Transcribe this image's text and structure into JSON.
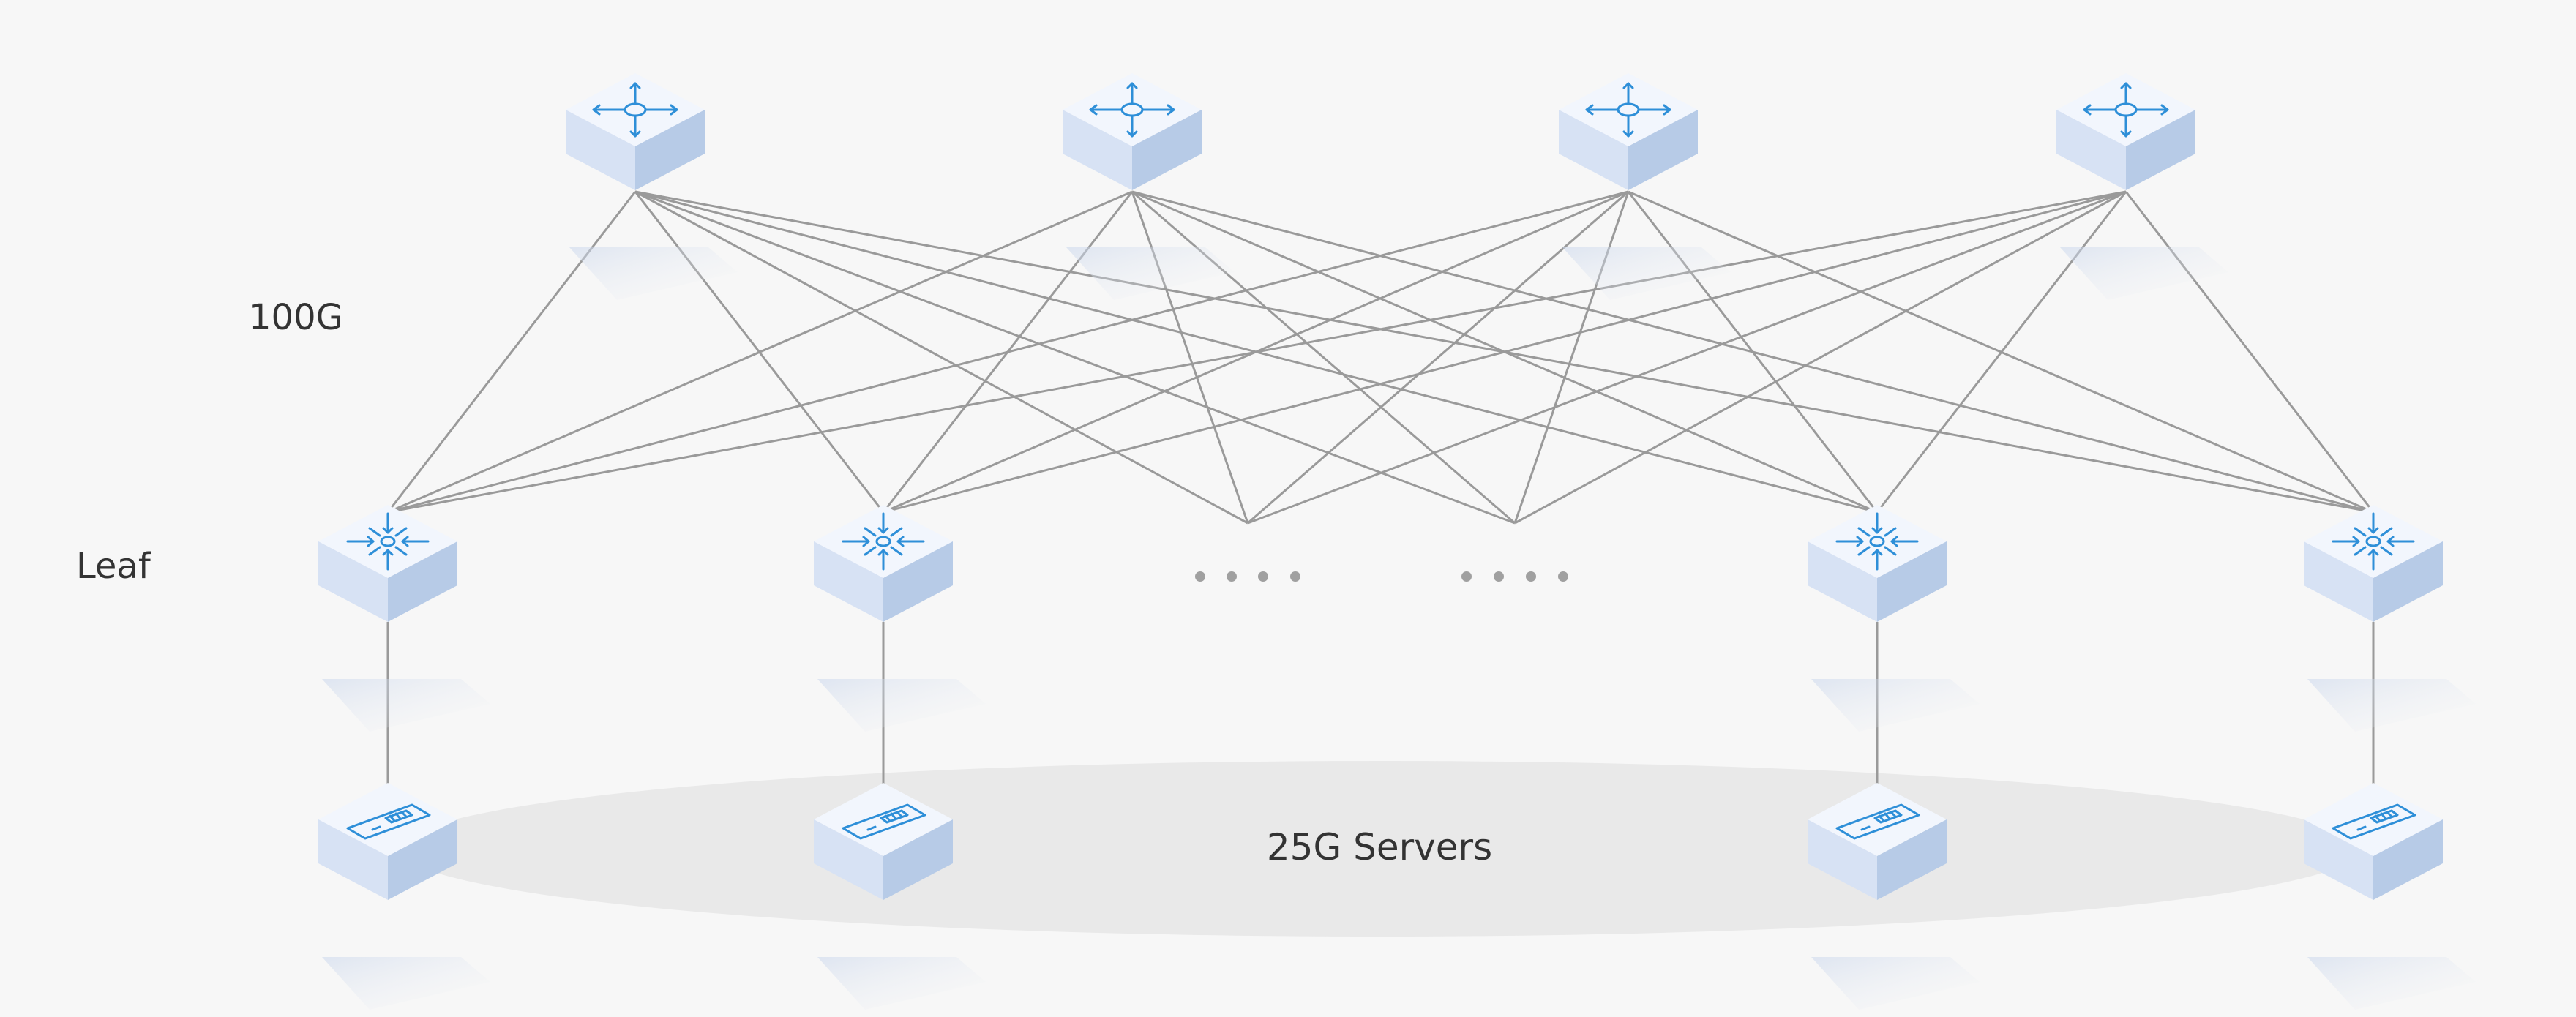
{
  "labels": {
    "link_speed": "100G",
    "leaf_tier": "Leaf",
    "server_tier": "25G Servers"
  },
  "colors": {
    "background": "#f7f7f7",
    "link": "#9a9a9a",
    "cube_top": "#f2f6fd",
    "cube_left": "#d7e2f4",
    "cube_right": "#b7cbe7",
    "icon": "#2e8fd8",
    "server_zone": "#e9e9e9",
    "text": "#333333"
  },
  "icons": {
    "spine": "router-arrows-out-icon",
    "leaf": "switch-arrows-in-icon",
    "server": "server-card-icon"
  },
  "topology": {
    "spine_count": 4,
    "leaf_count": 4,
    "server_count": 4,
    "hidden_leaf_groups": 2
  }
}
